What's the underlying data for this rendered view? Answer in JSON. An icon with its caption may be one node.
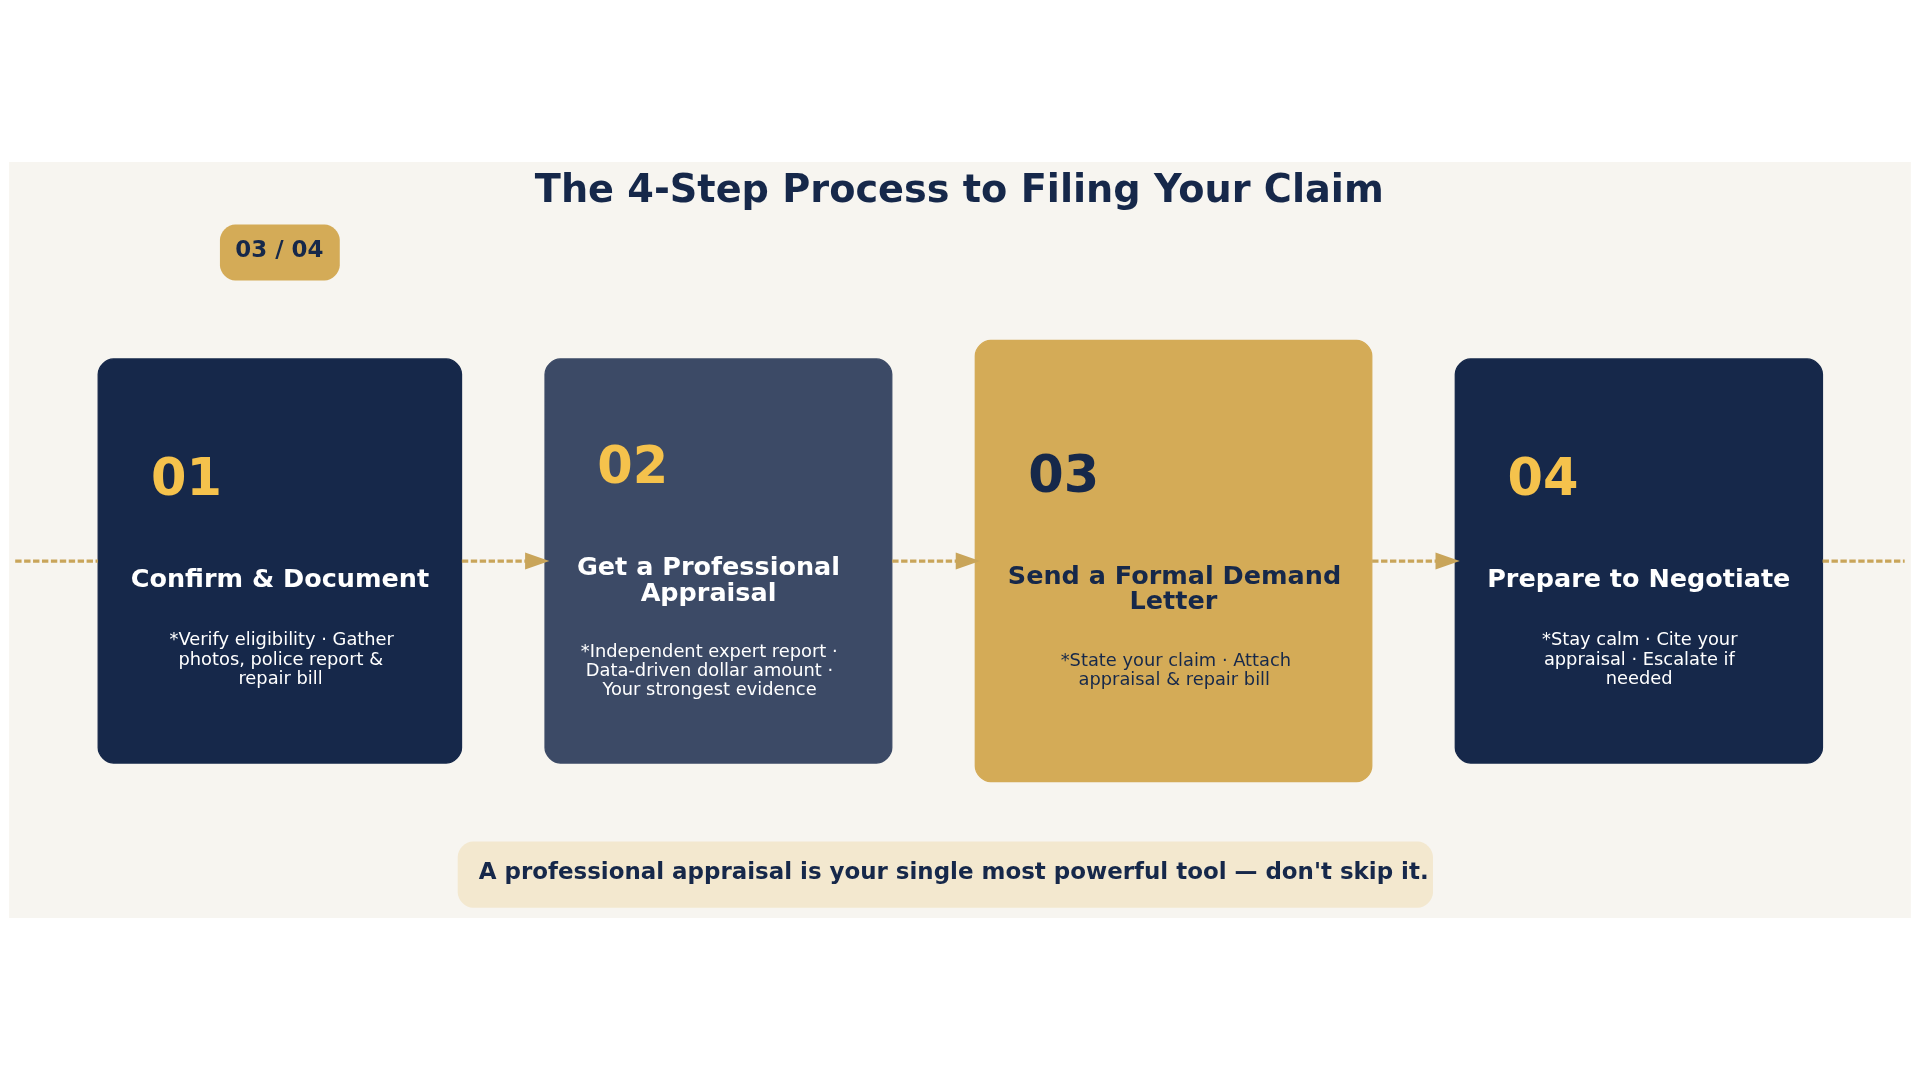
{
  "diagram": {
    "title": "The 4-Step Process to Filing Your Claim",
    "nodes": [
      {
        "text": [
          "01",
          "Confirm & Document",
          "*Verify eligibility · Gather photos, police report & repair bill"
        ]
      },
      {
        "text": [
          "02",
          "Get a Professional Appraisal",
          "*Independent expert report · Data-driven dollar amount · Your strongest evidence"
        ]
      },
      {
        "text": [
          "03",
          "Send a Formal Demand Letter",
          "*State your claim · Attach appraisal & repair bill"
        ]
      },
      {
        "text": [
          "04",
          "Prepare to Negotiate",
          "*Stay calm · Cite your appraisal · Escalate if needed"
        ]
      }
    ],
    "edges": [
      {
        "from": null,
        "to": 0,
        "arrow": "none",
        "style": "dashed"
      },
      {
        "from": 0,
        "to": 1,
        "arrow": "to",
        "style": "dashed"
      },
      {
        "from": 1,
        "to": 2,
        "arrow": "to",
        "style": "dashed"
      },
      {
        "from": 2,
        "to": 3,
        "arrow": "to",
        "style": "dashed"
      },
      {
        "from": 3,
        "to": null,
        "arrow": "none",
        "style": "dashed"
      }
    ],
    "labels": [
      "03 / 04",
      "A professional appraisal is your single most powerful tool — don't skip it."
    ]
  }
}
